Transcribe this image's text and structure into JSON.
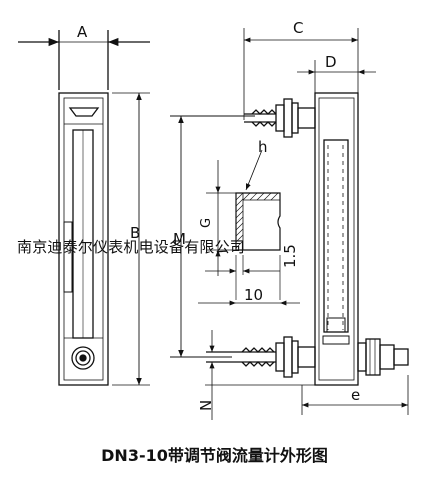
{
  "dimensions": {
    "a": "A",
    "b": "B",
    "c": "C",
    "d": "D",
    "h": "h",
    "g": "G",
    "m": "M",
    "n": "N",
    "e": "e",
    "step": "1.5",
    "length": "10"
  },
  "overlay_text": "南京迪泰尔仪表机电设备有限公司",
  "caption": "DN3-10带调节阀流量计外形图"
}
